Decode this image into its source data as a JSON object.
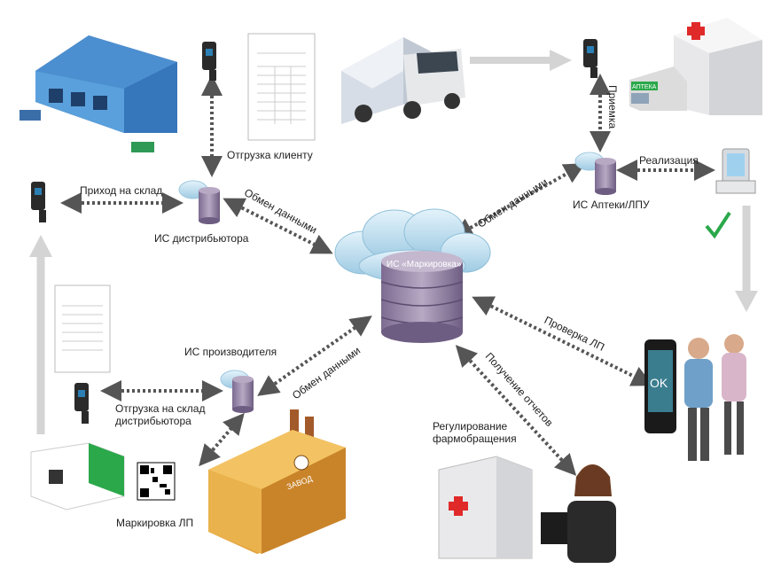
{
  "labels": {
    "shipment_to_client": "Отгрузка клиенту",
    "arrival_warehouse": "Приход на склад",
    "is_distributor": "ИС дистрибьютора",
    "data_exchange_1": "Обмен данными",
    "data_exchange_2": "Обмен данными",
    "data_exchange_3": "Обмен данными",
    "is_marking": "ИС «Маркировка»",
    "is_pharmacy": "ИС Аптеки/ЛПУ",
    "realization": "Реализация",
    "acceptance": "Приемка",
    "check_lp": "Проверка ЛП",
    "is_manufacturer": "ИС производителя",
    "shipment_to_distributor": "Отгрузка на склад дистрибьютора",
    "getting_reports": "Получение отчетов",
    "regulation": "Регулирование фармобращения",
    "marking_lp": "Маркировка ЛП",
    "phone_ok": "OK",
    "factory_sign": "ЗАВОД",
    "pharmacy_sign": "АПТЕКА"
  },
  "colors": {
    "arrow_dotted": "#555555",
    "arrow_solid": "#d9d9d9",
    "cloud": "#bfe0f0",
    "db": "#8f7fa0",
    "check": "#2aa84a",
    "warehouse": "#2f6fb0",
    "factory": "#e0a030"
  }
}
